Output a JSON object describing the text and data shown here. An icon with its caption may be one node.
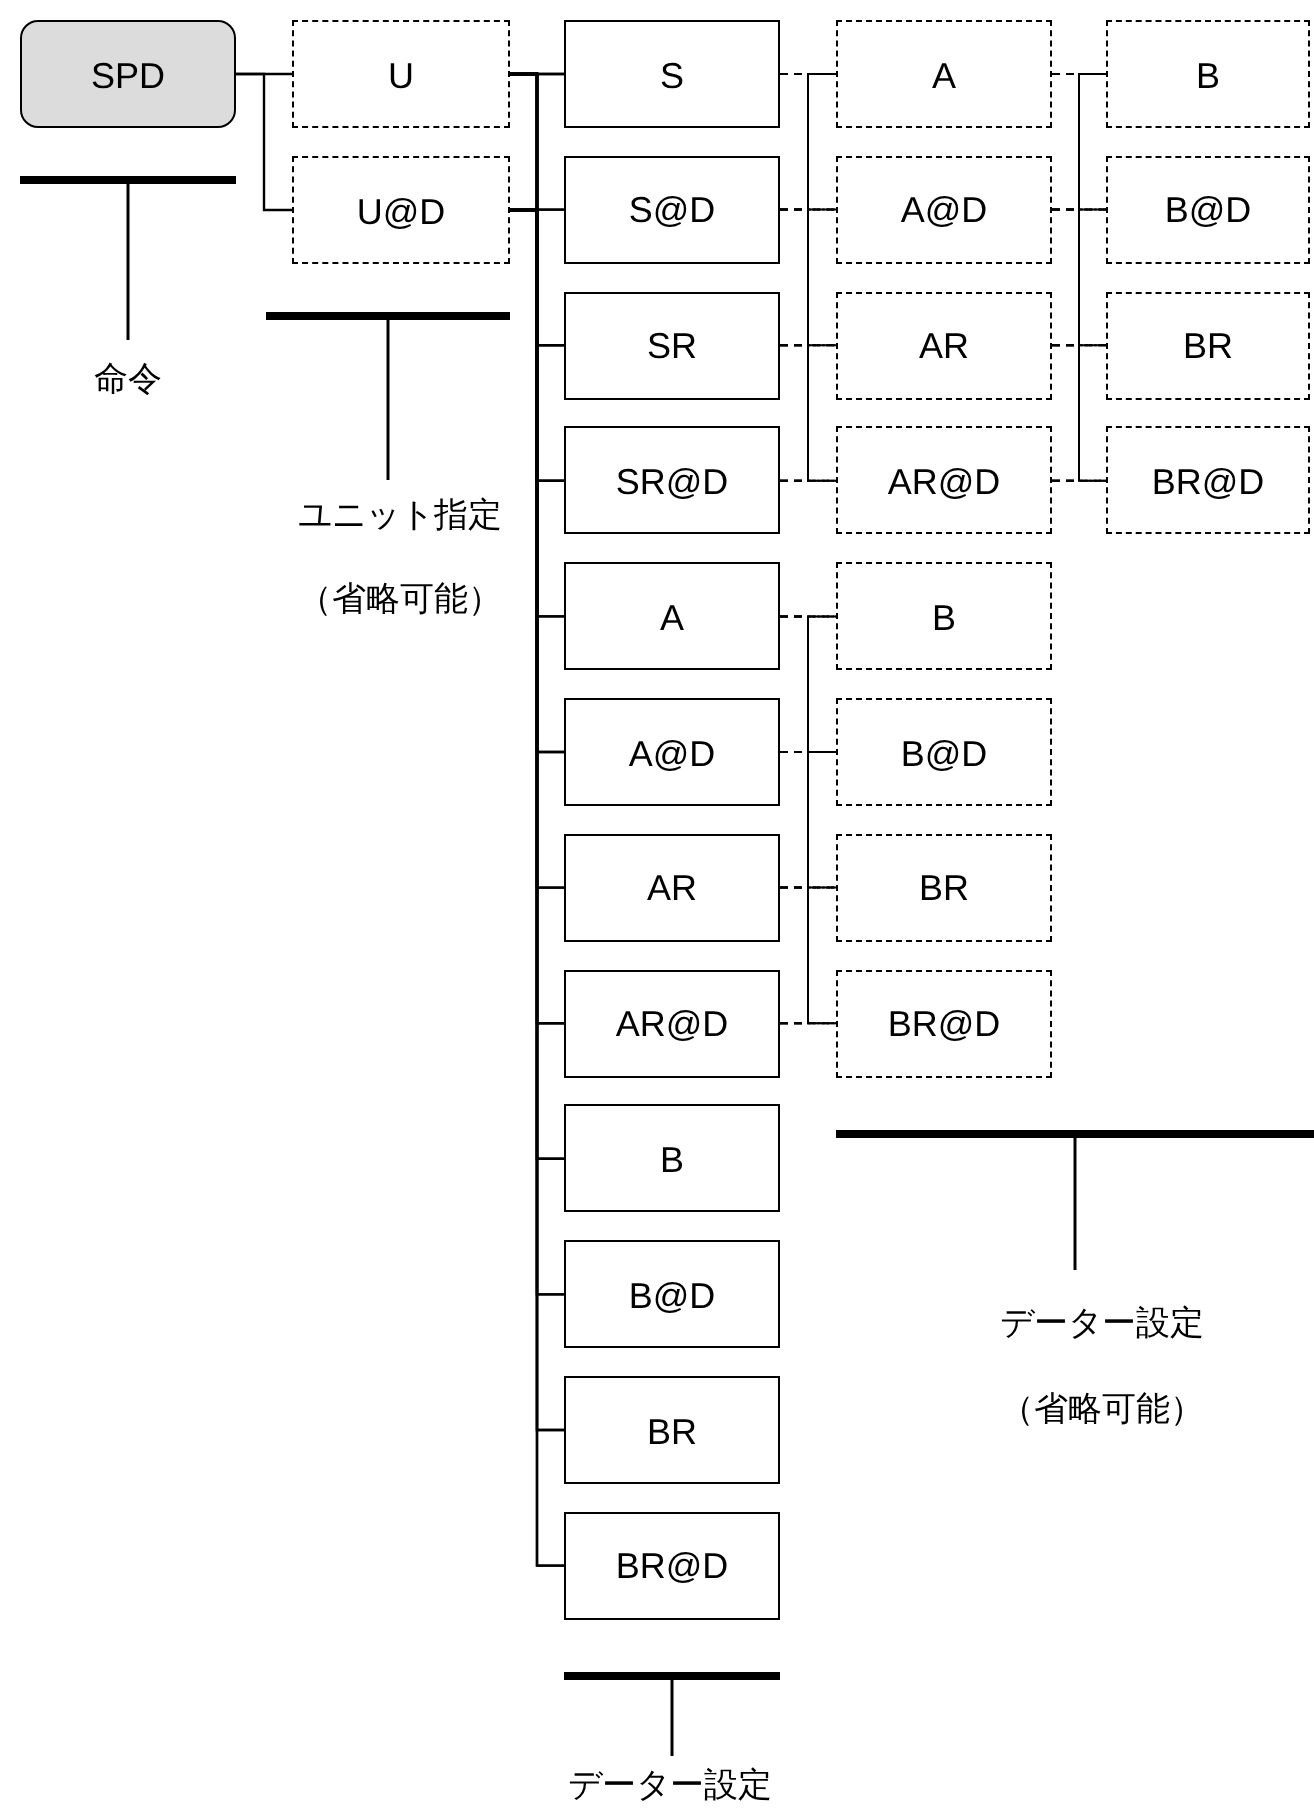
{
  "diagram": {
    "nodes": [
      {
        "text": [
          "SPD"
        ]
      },
      {
        "text": [
          "U"
        ]
      },
      {
        "text": [
          "U@D"
        ]
      },
      {
        "text": [
          "S"
        ]
      },
      {
        "text": [
          "S@D"
        ]
      },
      {
        "text": [
          "SR"
        ]
      },
      {
        "text": [
          "SR@D"
        ]
      },
      {
        "text": [
          "A"
        ]
      },
      {
        "text": [
          "A@D"
        ]
      },
      {
        "text": [
          "AR"
        ]
      },
      {
        "text": [
          "AR@D"
        ]
      },
      {
        "text": [
          "B"
        ]
      },
      {
        "text": [
          "B@D"
        ]
      },
      {
        "text": [
          "BR"
        ]
      },
      {
        "text": [
          "BR@D"
        ]
      },
      {
        "text": [
          "A"
        ]
      },
      {
        "text": [
          "A@D"
        ]
      },
      {
        "text": [
          "AR"
        ]
      },
      {
        "text": [
          "AR@D"
        ]
      },
      {
        "text": [
          "B"
        ]
      },
      {
        "text": [
          "B@D"
        ]
      },
      {
        "text": [
          "BR"
        ]
      },
      {
        "text": [
          "BR@D"
        ]
      },
      {
        "text": [
          "B"
        ]
      },
      {
        "text": [
          "B@D"
        ]
      },
      {
        "text": [
          "BR"
        ]
      },
      {
        "text": [
          "BR@D"
        ]
      }
    ],
    "edges": [
      {
        "from": 0,
        "to": 1,
        "arrow": "none"
      },
      {
        "from": 0,
        "to": 2,
        "arrow": "none"
      },
      {
        "from": 1,
        "to": 3,
        "arrow": "none"
      },
      {
        "from": 1,
        "to": 4,
        "arrow": "none"
      },
      {
        "from": 1,
        "to": 5,
        "arrow": "none"
      },
      {
        "from": 1,
        "to": 6,
        "arrow": "none"
      },
      {
        "from": 1,
        "to": 7,
        "arrow": "none"
      },
      {
        "from": 1,
        "to": 8,
        "arrow": "none"
      },
      {
        "from": 1,
        "to": 9,
        "arrow": "none"
      },
      {
        "from": 1,
        "to": 10,
        "arrow": "none"
      },
      {
        "from": 1,
        "to": 11,
        "arrow": "none"
      },
      {
        "from": 1,
        "to": 12,
        "arrow": "none"
      },
      {
        "from": 1,
        "to": 13,
        "arrow": "none"
      },
      {
        "from": 1,
        "to": 14,
        "arrow": "none"
      },
      {
        "from": 2,
        "to": 3,
        "arrow": "none"
      },
      {
        "from": 2,
        "to": 4,
        "arrow": "none"
      },
      {
        "from": 2,
        "to": 5,
        "arrow": "none"
      },
      {
        "from": 2,
        "to": 6,
        "arrow": "none"
      },
      {
        "from": 2,
        "to": 7,
        "arrow": "none"
      },
      {
        "from": 2,
        "to": 8,
        "arrow": "none"
      },
      {
        "from": 2,
        "to": 9,
        "arrow": "none"
      },
      {
        "from": 2,
        "to": 10,
        "arrow": "none"
      },
      {
        "from": 2,
        "to": 11,
        "arrow": "none"
      },
      {
        "from": 2,
        "to": 12,
        "arrow": "none"
      },
      {
        "from": 2,
        "to": 13,
        "arrow": "none"
      },
      {
        "from": 2,
        "to": 14,
        "arrow": "none"
      },
      {
        "from": 3,
        "to": 15,
        "arrow": "none",
        "style": "dashed"
      },
      {
        "from": 3,
        "to": 16,
        "arrow": "none",
        "style": "dashed"
      },
      {
        "from": 3,
        "to": 17,
        "arrow": "none",
        "style": "dashed"
      },
      {
        "from": 3,
        "to": 18,
        "arrow": "none",
        "style": "dashed"
      },
      {
        "from": 4,
        "to": 15,
        "arrow": "none",
        "style": "dashed"
      },
      {
        "from": 4,
        "to": 16,
        "arrow": "none",
        "style": "dashed"
      },
      {
        "from": 4,
        "to": 17,
        "arrow": "none",
        "style": "dashed"
      },
      {
        "from": 4,
        "to": 18,
        "arrow": "none",
        "style": "dashed"
      },
      {
        "from": 5,
        "to": 15,
        "arrow": "none",
        "style": "dashed"
      },
      {
        "from": 5,
        "to": 16,
        "arrow": "none",
        "style": "dashed"
      },
      {
        "from": 5,
        "to": 17,
        "arrow": "none",
        "style": "dashed"
      },
      {
        "from": 5,
        "to": 18,
        "arrow": "none",
        "style": "dashed"
      },
      {
        "from": 6,
        "to": 15,
        "arrow": "none",
        "style": "dashed"
      },
      {
        "from": 6,
        "to": 16,
        "arrow": "none",
        "style": "dashed"
      },
      {
        "from": 6,
        "to": 17,
        "arrow": "none",
        "style": "dashed"
      },
      {
        "from": 6,
        "to": 18,
        "arrow": "none",
        "style": "dashed"
      },
      {
        "from": 15,
        "to": 19,
        "arrow": "none",
        "style": "dashed"
      },
      {
        "from": 15,
        "to": 20,
        "arrow": "none",
        "style": "dashed"
      },
      {
        "from": 15,
        "to": 21,
        "arrow": "none",
        "style": "dashed"
      },
      {
        "from": 15,
        "to": 22,
        "arrow": "none",
        "style": "dashed"
      },
      {
        "from": 16,
        "to": 19,
        "arrow": "none",
        "style": "dashed"
      },
      {
        "from": 16,
        "to": 20,
        "arrow": "none",
        "style": "dashed"
      },
      {
        "from": 16,
        "to": 21,
        "arrow": "none",
        "style": "dashed"
      },
      {
        "from": 16,
        "to": 22,
        "arrow": "none",
        "style": "dashed"
      },
      {
        "from": 17,
        "to": 19,
        "arrow": "none",
        "style": "dashed"
      },
      {
        "from": 17,
        "to": 20,
        "arrow": "none",
        "style": "dashed"
      },
      {
        "from": 17,
        "to": 21,
        "arrow": "none",
        "style": "dashed"
      },
      {
        "from": 17,
        "to": 22,
        "arrow": "none",
        "style": "dashed"
      },
      {
        "from": 18,
        "to": 19,
        "arrow": "none",
        "style": "dashed"
      },
      {
        "from": 18,
        "to": 20,
        "arrow": "none",
        "style": "dashed"
      },
      {
        "from": 18,
        "to": 21,
        "arrow": "none",
        "style": "dashed"
      },
      {
        "from": 18,
        "to": 22,
        "arrow": "none",
        "style": "dashed"
      },
      {
        "from": 7,
        "to": 23,
        "arrow": "none",
        "style": "dashed"
      },
      {
        "from": 7,
        "to": 24,
        "arrow": "none",
        "style": "dashed"
      },
      {
        "from": 7,
        "to": 25,
        "arrow": "none",
        "style": "dashed"
      },
      {
        "from": 7,
        "to": 26,
        "arrow": "none",
        "style": "dashed"
      },
      {
        "from": 8,
        "to": 23,
        "arrow": "none",
        "style": "dashed"
      },
      {
        "from": 8,
        "to": 24,
        "arrow": "none",
        "style": "dashed"
      },
      {
        "from": 8,
        "to": 25,
        "arrow": "none",
        "style": "dashed"
      },
      {
        "from": 8,
        "to": 26,
        "arrow": "none",
        "style": "dashed"
      },
      {
        "from": 9,
        "to": 23,
        "arrow": "none",
        "style": "dashed"
      },
      {
        "from": 9,
        "to": 24,
        "arrow": "none",
        "style": "dashed"
      },
      {
        "from": 9,
        "to": 25,
        "arrow": "none",
        "style": "dashed"
      },
      {
        "from": 9,
        "to": 26,
        "arrow": "none",
        "style": "dashed"
      },
      {
        "from": 10,
        "to": 23,
        "arrow": "none",
        "style": "dashed"
      },
      {
        "from": 10,
        "to": 24,
        "arrow": "none",
        "style": "dashed"
      },
      {
        "from": 10,
        "to": 25,
        "arrow": "none",
        "style": "dashed"
      },
      {
        "from": 10,
        "to": 26,
        "arrow": "none",
        "style": "dashed"
      }
    ],
    "labels": [
      "命令",
      "ユニット指定",
      "（省略可能）",
      "データー設定",
      "（省略可能）",
      "データー設定"
    ]
  }
}
